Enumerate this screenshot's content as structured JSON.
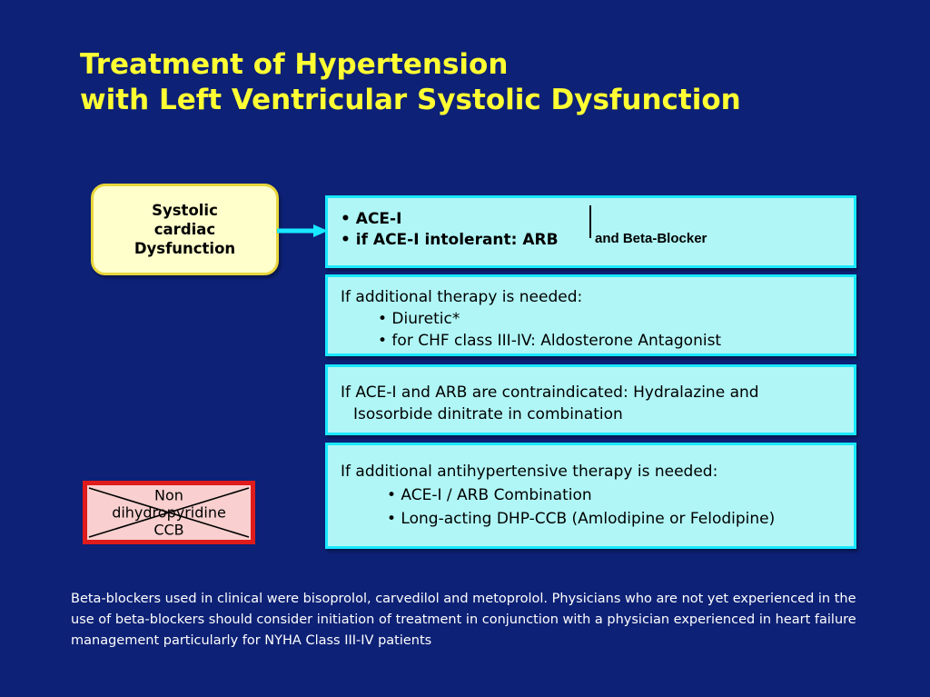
{
  "slide": {
    "background_color": "#0d2176",
    "title": "Treatment of Hypertension\nwith Left Ventricular Systolic Dysfunction",
    "title_color": "#ffff33"
  },
  "source_box": {
    "label": "Systolic\ncardiac\nDysfunction",
    "fill_color": "#ffffcc",
    "border_color": "#e8d63c"
  },
  "arrow": {
    "name": "flow-arrow",
    "color": "#19e9ff",
    "direction": "right"
  },
  "boxes": [
    {
      "id": "box1",
      "fill_color": "#b0f6f6",
      "border_color": "#19e9ff",
      "lines": [
        "• ACE-I",
        "• if ACE-I intolerant: ARB"
      ],
      "annotation": "and Beta-Blocker"
    },
    {
      "id": "box2",
      "fill_color": "#b0f6f6",
      "border_color": "#19e9ff",
      "lines": [
        "If additional therapy is needed:",
        "• Diuretic*",
        "• for CHF class III-IV: Aldosterone Antagonist"
      ]
    },
    {
      "id": "box3",
      "fill_color": "#b0f6f6",
      "border_color": "#19e9ff",
      "lines": [
        "If ACE-I and ARB are contraindicated: Hydralazine and",
        "Isosorbide dinitrate in combination"
      ]
    },
    {
      "id": "box4",
      "fill_color": "#b0f6f6",
      "border_color": "#19e9ff",
      "lines": [
        "If additional antihypertensive therapy is needed:",
        "• ACE-I / ARB Combination",
        "• Long-acting DHP-CCB (Amlodipine or Felodipine)"
      ]
    }
  ],
  "ccb_box": {
    "label": "Non\ndihydropyridine\nCCB",
    "fill_color": "#f9cfcf",
    "border_color": "#e01b1b",
    "crossed_out": "true"
  },
  "footnote": {
    "text": "Beta-blockers used in clinical were bisoprolol, carvedilol and metoprolol. Physicians who are not yet experienced in the use of beta-blockers should consider initiation of treatment in conjunction with a physician experienced in heart failure management particularly for NYHA Class III-IV patients",
    "color": "#ffffff"
  }
}
